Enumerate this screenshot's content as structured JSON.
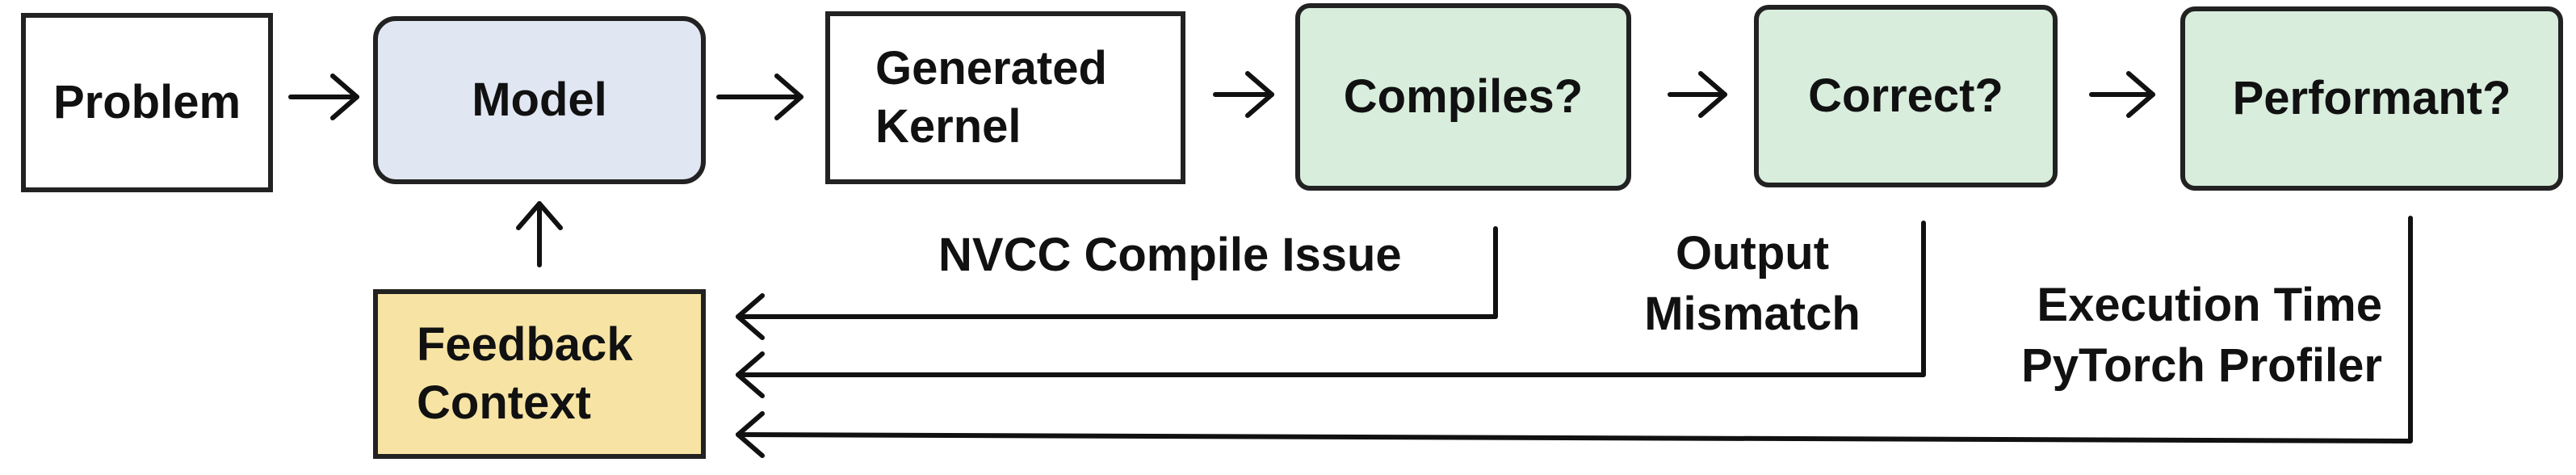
{
  "nodes": {
    "problem": "Problem",
    "model": "Model",
    "generated_kernel": {
      "line1": "Generated",
      "line2": "Kernel"
    },
    "compiles": "Compiles?",
    "correct": "Correct?",
    "performant": "Performant?",
    "feedback_context": {
      "line1": "Feedback",
      "line2": "Context"
    }
  },
  "feedback_labels": {
    "compile": "NVCC Compile Issue",
    "correctness": {
      "line1": "Output",
      "line2": "Mismatch"
    },
    "performance": {
      "line1": "Execution Time",
      "line2": "PyTorch Profiler"
    }
  },
  "colors": {
    "model_fill": "#e1e7f2",
    "check_fill": "#d8eddc",
    "feedback_fill": "#f7e4a4",
    "plain_fill": "#ffffff",
    "stroke": "#222222"
  }
}
